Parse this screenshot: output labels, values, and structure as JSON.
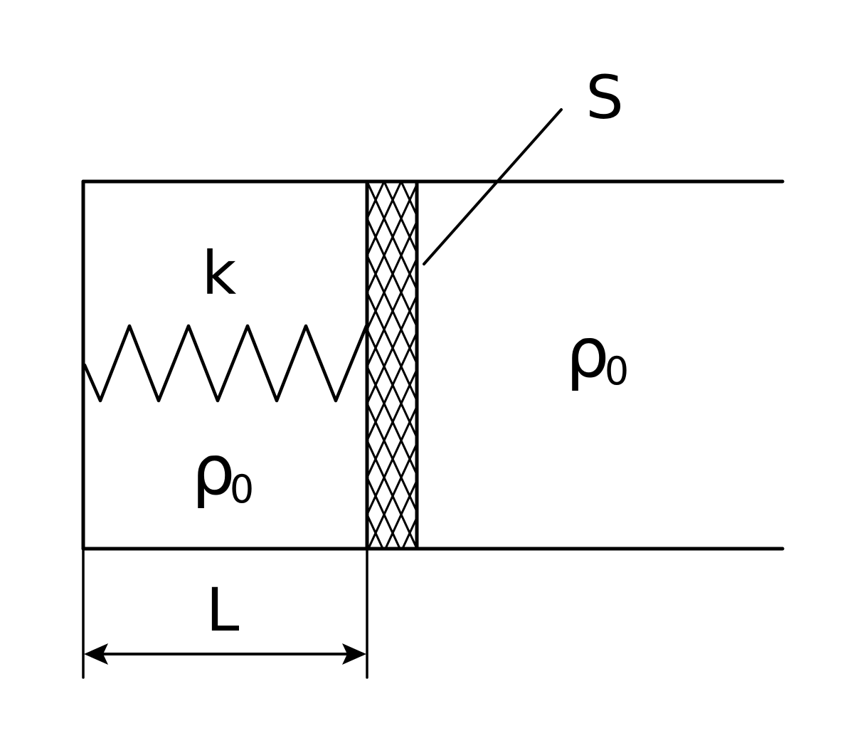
{
  "labels": {
    "area": "S",
    "spring_constant": "k",
    "density_symbol": "ρ",
    "density_subscript": "0",
    "length": "L"
  },
  "colors": {
    "ink": "#000000",
    "background": "#ffffff"
  }
}
